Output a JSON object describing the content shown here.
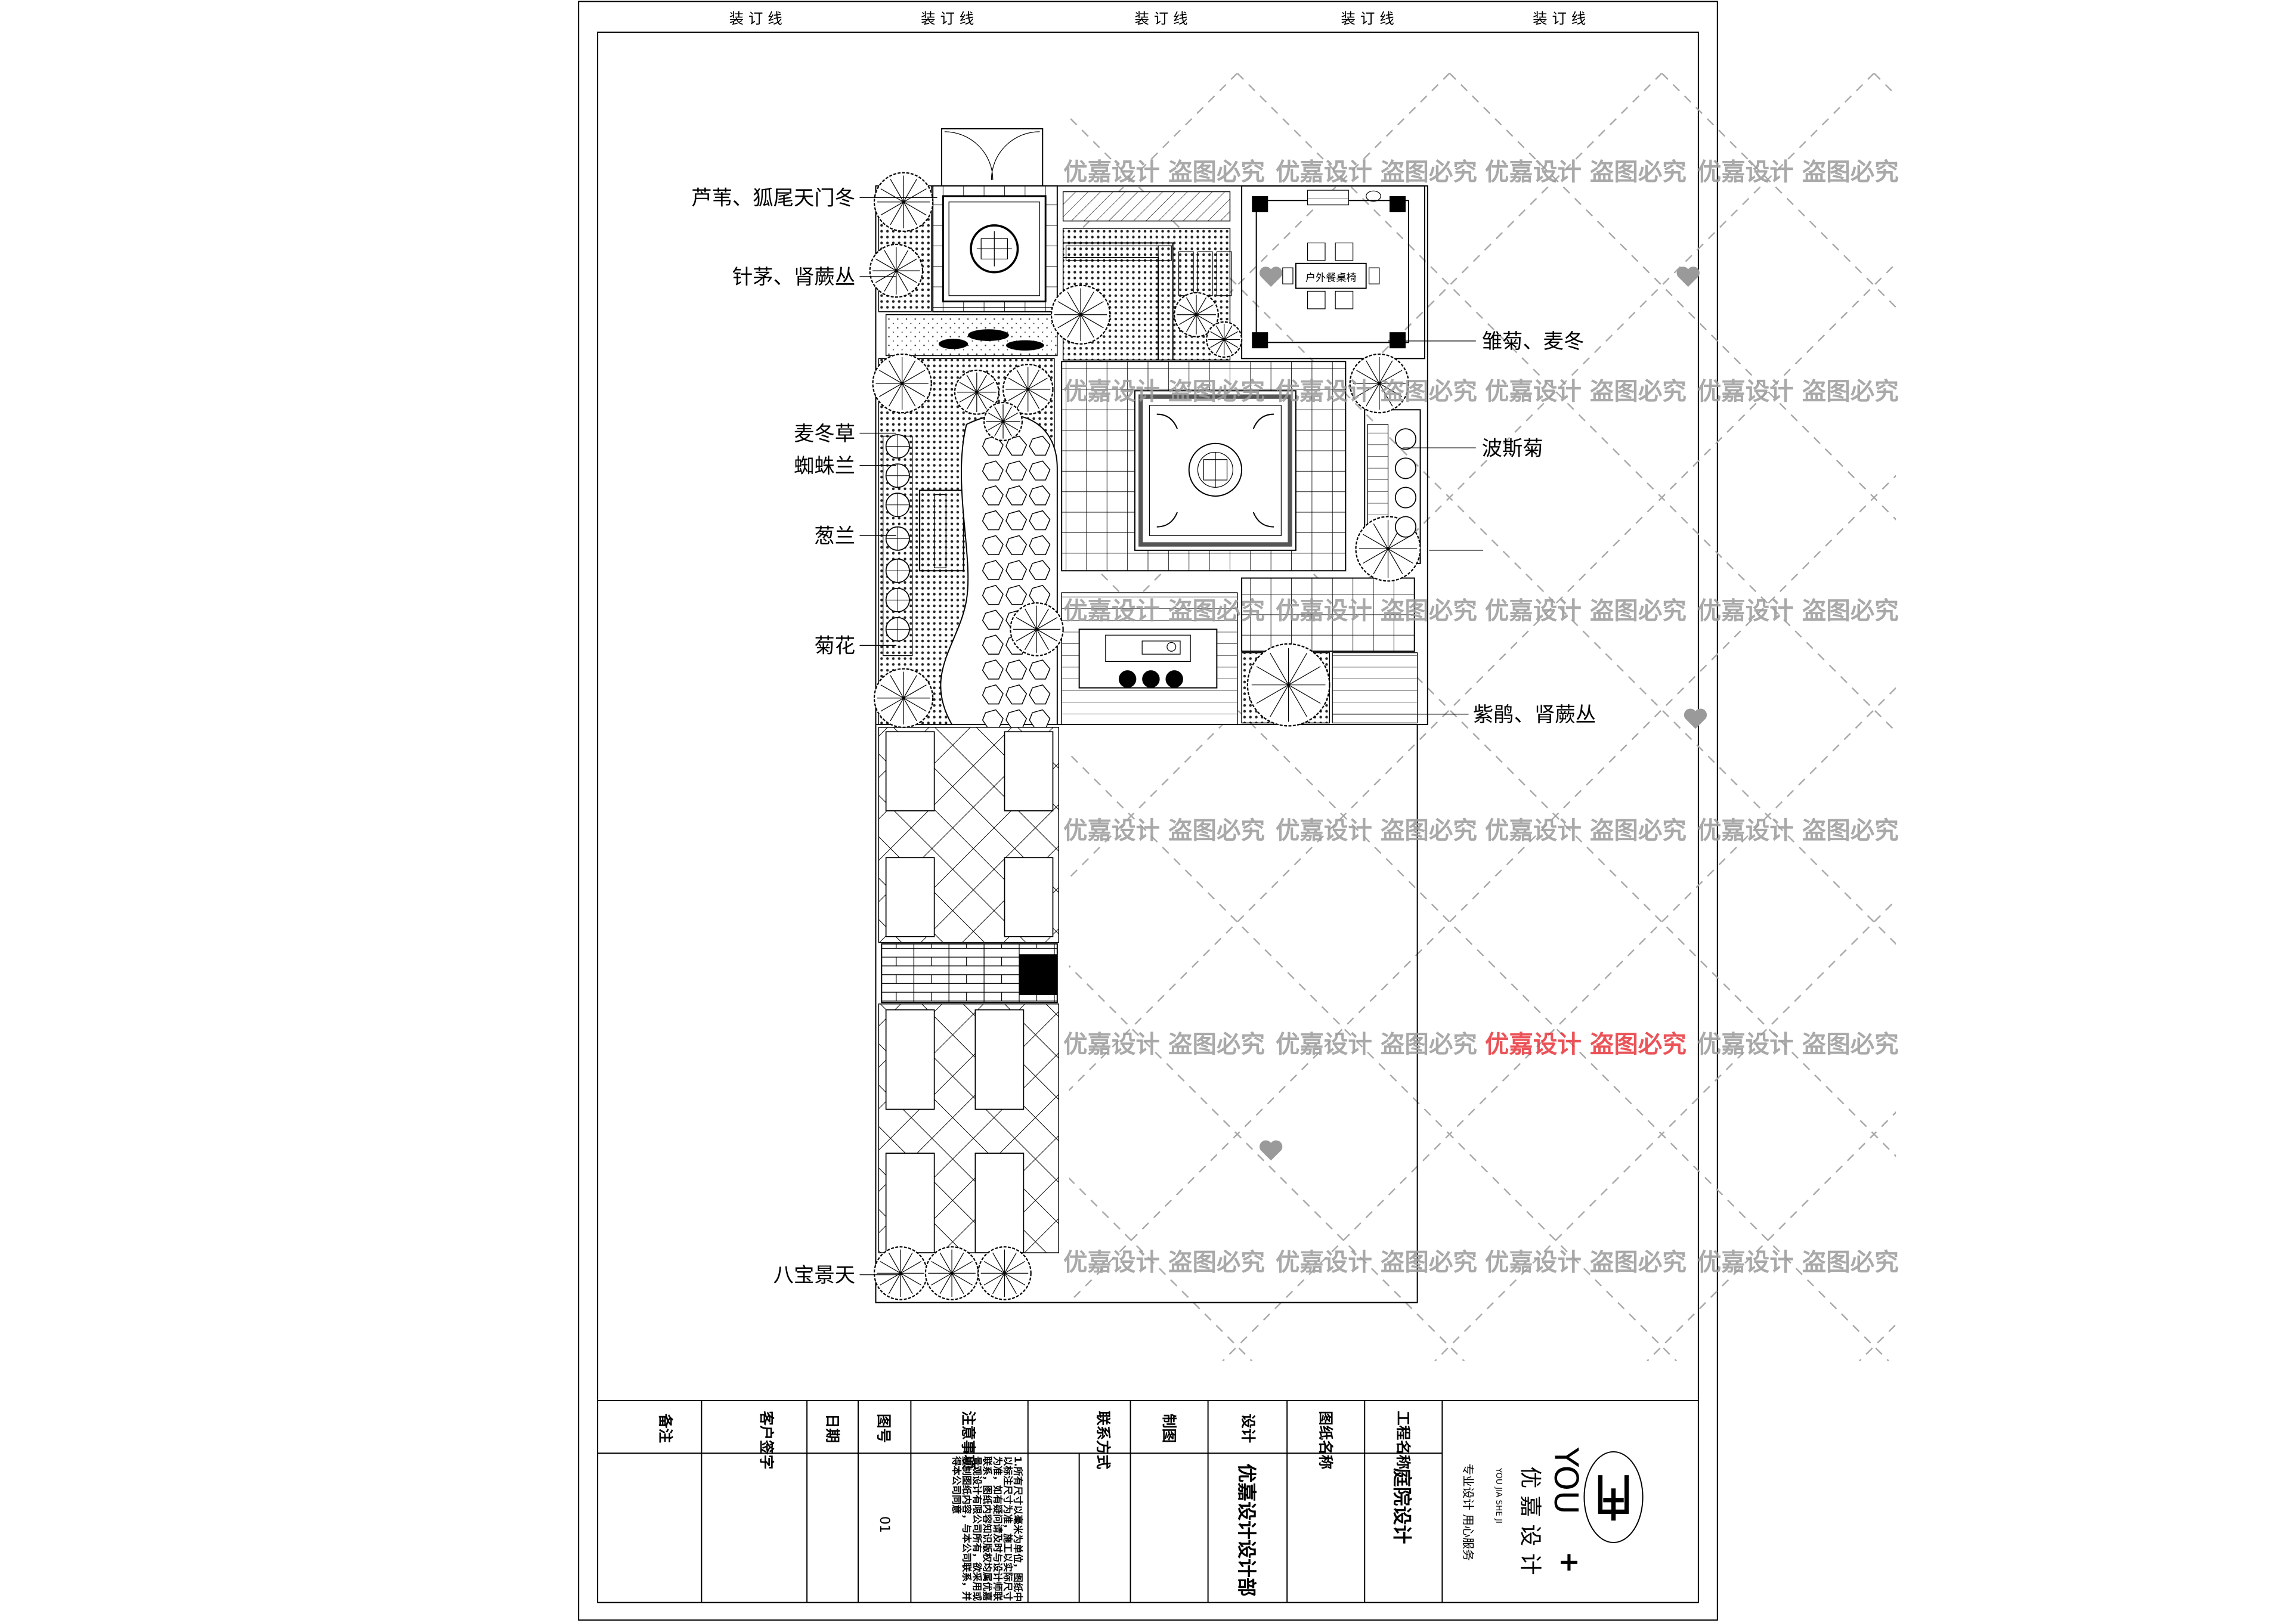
{
  "binding_line": [
    "装 订 线",
    "装 订 线",
    "装 订 线",
    "装 订 线",
    "装 订 线"
  ],
  "plant_labels": {
    "left": [
      "芦苇、狐尾天门冬",
      "针茅、肾蕨丛",
      "麦冬草",
      "蜘蛛兰",
      "葱兰",
      "菊花",
      "八宝景天"
    ],
    "right": [
      "雏菊、麦冬",
      "波斯菊",
      "紫鹃、肾蕨丛"
    ]
  },
  "table_label": "户外餐桌椅",
  "watermark": {
    "text": "优嘉设计 盗图必究",
    "color": "#9a9a9a",
    "highlight_color": "#e8353b"
  },
  "title_block": {
    "headers": [
      "备注",
      "客户签字",
      "日期",
      "图号",
      "注意事项",
      "联系方式",
      "制图",
      "设计",
      "图纸名称",
      "工程名称"
    ],
    "drawing_number": "01",
    "notes": [
      "1.所有尺寸以毫米为单位，图纸中",
      "以标注尺寸为准，施工以实际尺寸",
      "为准，如有疑问请及时与设计师联",
      "联系，图纸内容知识版权均属优嘉",
      "景观设计有限公司所有，欲采用或",
      "复制图纸内容，与本公司联系，并",
      "得本公司同意"
    ],
    "designer": "优嘉设计设计部",
    "project_name": "庭院设计",
    "logo": {
      "brand_cn": "优 嘉 设 计",
      "brand_en": "YOU",
      "brand_plus": "+",
      "pinyin": "YOU   JIA   SHE   JI",
      "slogan": "专业设计  用心服务"
    }
  }
}
